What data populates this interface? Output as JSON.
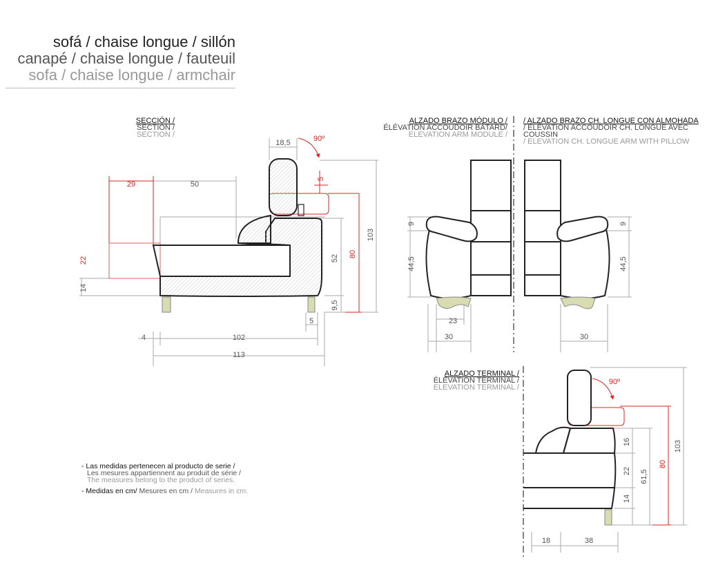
{
  "title": {
    "es": "sofá / chaise longue / sillón",
    "fr": "canapé / chaise longue / fauteuil",
    "en": "sofa / chaise longue / armchair"
  },
  "labels": {
    "seccion": {
      "es": "SECCIÓN /",
      "fr": "SECTION /",
      "en": "SECTION /"
    },
    "alzado_brazo_modulo": {
      "es": "ALZADO BRAZO MÓDULO /",
      "fr": "ÉLÉVATION ACCOUDOIR BÂTARD/",
      "en": "ELEVATION ARM MODULE /"
    },
    "alzado_brazo_chaise": {
      "es": "/ ALZADO BRAZO CH. LONGUE CON ALMOHADA",
      "fr": "/ ÉLÉVATION ACCOUDOIR CH. LONGUE AVEC",
      "fr2": "COUSSIN",
      "en": "/ ELEVATION CH. LONGUE ARM WITH PILLOW"
    },
    "alzado_terminal": {
      "es": "ALZADO TERMINAL /",
      "fr": "ÉLÉVATION TERMINAL /",
      "en": "ELEVATION TERMINAL /"
    }
  },
  "notes": {
    "line1_es": "- Las medidas pertenecen al producto de serie /",
    "line1_fr": "Les mesures appartiennent au produit de série  /",
    "line1_en": "The measures belong to the product of series.",
    "line2_es": "- Medidas en cm/",
    "line2_fr": "Mesures en cm /",
    "line2_en": "Measures in cm."
  },
  "dimensions": {
    "section": {
      "d18_5": "18,5",
      "angle": "90º",
      "d29": "29",
      "d50": "50",
      "d5_top": "5",
      "d22": "22",
      "d14": "14",
      "d52": "52",
      "d80": "80",
      "d103": "103",
      "d9_5": "9,5",
      "d5_bottom": "5",
      "d4": "4",
      "d102": "102",
      "d113": "113"
    },
    "arm_module": {
      "d9": "9",
      "d44_5": "44,5",
      "d23": "23",
      "d30": "30"
    },
    "arm_chaise": {
      "d9": "9",
      "d44_5": "44,5",
      "d30": "30"
    },
    "terminal": {
      "angle": "90º",
      "d16": "16",
      "d22": "22",
      "d14": "14",
      "d61_5": "61,5",
      "d80": "80",
      "d103": "103",
      "d18": "18",
      "d38": "38"
    }
  },
  "colors": {
    "line": "#222222",
    "dim": "#888888",
    "red": "#e02020",
    "leg": "#d8dcb0",
    "hatch": "#bbbbbb"
  }
}
